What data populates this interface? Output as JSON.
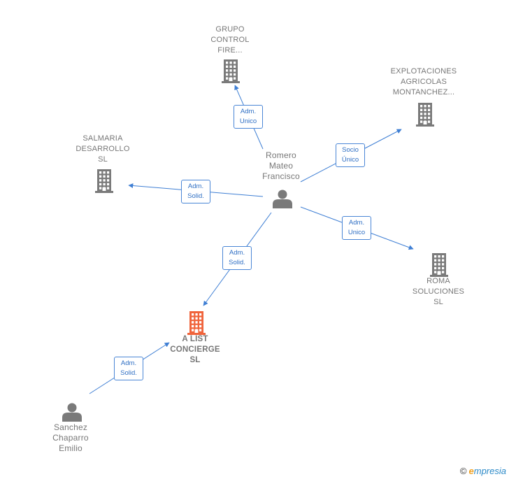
{
  "nodes": [
    {
      "id": "grupo",
      "type": "company",
      "label_lines": [
        "GRUPO",
        "CONTROL",
        "FIRE..."
      ],
      "main": false
    },
    {
      "id": "explot",
      "type": "company",
      "label_lines": [
        "EXPLOTACIONES",
        "AGRICOLAS",
        "MONTANCHEZ..."
      ],
      "main": false
    },
    {
      "id": "salmaria",
      "type": "company",
      "label_lines": [
        "SALMARIA",
        "DESARROLLO",
        "SL"
      ],
      "main": false
    },
    {
      "id": "romero",
      "type": "person",
      "label_lines": [
        "Romero",
        "Mateo",
        "Francisco"
      ],
      "main": false
    },
    {
      "id": "roma",
      "type": "company",
      "label_lines": [
        "ROMA",
        "SOLUCIONES",
        "SL"
      ],
      "main": false
    },
    {
      "id": "alist",
      "type": "company",
      "label_lines": [
        "A LIST",
        "CONCIERGE",
        "SL"
      ],
      "main": true
    },
    {
      "id": "sanchez",
      "type": "person",
      "label_lines": [
        "Sanchez",
        "Chaparro",
        "Emilio"
      ],
      "main": false
    }
  ],
  "edges": [
    {
      "from": "romero",
      "to": "grupo",
      "label_lines": [
        "Adm.",
        "Unico"
      ]
    },
    {
      "from": "romero",
      "to": "explot",
      "label_lines": [
        "Socio",
        "Único"
      ]
    },
    {
      "from": "romero",
      "to": "salmaria",
      "label_lines": [
        "Adm.",
        "Solid."
      ]
    },
    {
      "from": "romero",
      "to": "roma",
      "label_lines": [
        "Adm.",
        "Unico"
      ]
    },
    {
      "from": "romero",
      "to": "alist",
      "label_lines": [
        "Adm.",
        "Solid."
      ]
    },
    {
      "from": "sanchez",
      "to": "alist",
      "label_lines": [
        "Adm.",
        "Solid."
      ]
    }
  ],
  "colors": {
    "company": "#7a7a7a",
    "main_company": "#f0643c",
    "person": "#7a7a7a",
    "edge": "#3f7fd4"
  },
  "footer": {
    "copyright": "©",
    "brand_initial": "e",
    "brand_rest": "mpresia"
  }
}
